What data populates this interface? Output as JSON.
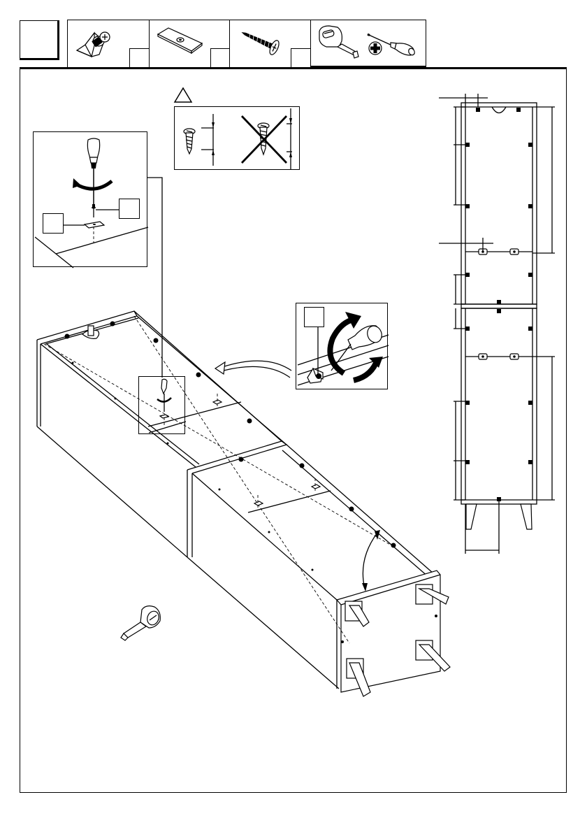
{
  "page": {
    "type": "assembly-instruction-step",
    "step_number": "",
    "accent_color": "#000000",
    "background_color": "#ffffff"
  },
  "parts_strip": {
    "parts": [
      {
        "icon": "corner-bracket-with-screw-icon",
        "quantity_label": ""
      },
      {
        "icon": "connector-plate-icon",
        "quantity_label": ""
      },
      {
        "icon": "wood-screw-icon",
        "quantity_label": ""
      }
    ],
    "tools": [
      {
        "icon": "tape-measure-icon"
      },
      {
        "icon": "phillips-screwdriver-icon"
      },
      {
        "icon": "phillips-head-symbol-icon"
      }
    ]
  },
  "warning_panel": {
    "icon": "warning-triangle-icon",
    "correct_screw": {
      "icon": "short-screw-icon",
      "status": "correct"
    },
    "wrong_screw": {
      "icon": "long-screw-crossed-icon",
      "status": "incorrect"
    }
  },
  "detail_plate": {
    "icon": "screwdriver-rotate-icon",
    "screw_label": "",
    "plate_label": ""
  },
  "detail_bracket": {
    "icon": "screwdriver-rotate-bracket-icon",
    "bracket_label": ""
  },
  "side_view": {
    "icon": "cabinet-elevation-with-dimensions-icon",
    "dimension_labels": []
  },
  "main_view": {
    "icon": "cabinet-isometric-icon",
    "legs_count": 4,
    "tool_hint": "tape-measure-icon"
  }
}
